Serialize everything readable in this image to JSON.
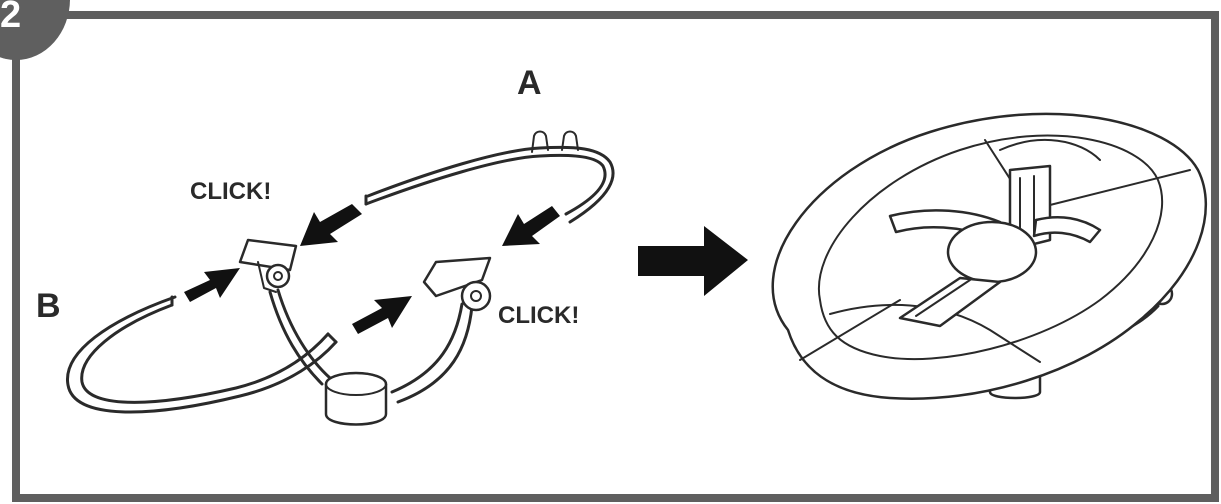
{
  "step": {
    "number": "2"
  },
  "labels": {
    "part_a": "A",
    "part_b": "B",
    "click_top": "CLICK!",
    "click_bottom": "CLICK!"
  },
  "colors": {
    "frame": "#5f5f5f",
    "ink": "#2a2a2a",
    "arrow": "#111111"
  }
}
